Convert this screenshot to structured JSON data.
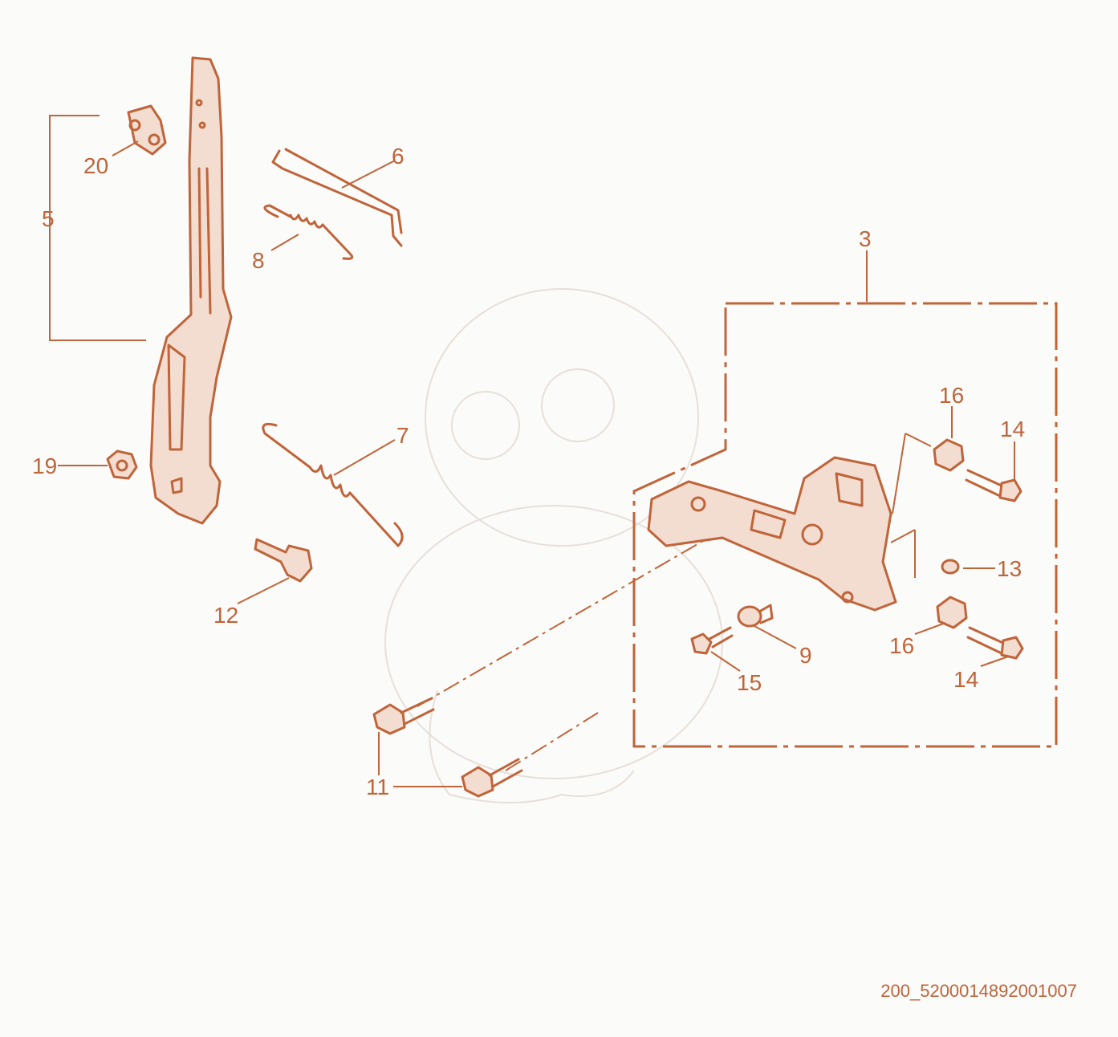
{
  "diagram": {
    "code": "200_5200014892001007",
    "callouts": {
      "c3": "3",
      "c5": "5",
      "c6": "6",
      "c7": "7",
      "c8": "8",
      "c9": "9",
      "c11": "11",
      "c12": "12",
      "c13": "13",
      "c14a": "14",
      "c14b": "14",
      "c15": "15",
      "c16a": "16",
      "c16b": "16",
      "c19": "19",
      "c20": "20"
    },
    "colors": {
      "line": "#c0643a",
      "background": "#fbfbf9"
    }
  }
}
